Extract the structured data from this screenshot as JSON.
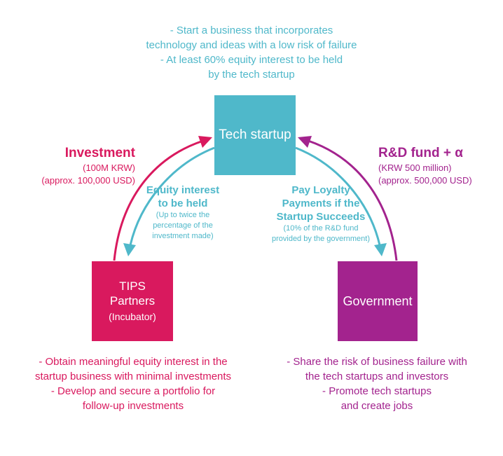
{
  "top_note": {
    "lines": [
      "- Start a business that incorporates",
      "technology and ideas with a low risk of failure",
      "- At least 60% equity interest to be held",
      "by the tech startup"
    ]
  },
  "tech_startup": {
    "label": "Tech startup"
  },
  "tips": {
    "line1": "TIPS",
    "line2": "Partners",
    "sub": "(Incubator)"
  },
  "government": {
    "label": "Government"
  },
  "investment": {
    "title": "Investment",
    "line1": "(100M KRW)",
    "line2": "(approx. 100,000 USD)"
  },
  "rd_fund": {
    "title": "R&D fund + α",
    "line1": "(KRW 500 million)",
    "line2": "(approx. 500,000 USD)"
  },
  "equity": {
    "title1": "Equity interest",
    "title2": "to be held",
    "sub1": "(Up to twice the",
    "sub2": "percentage of the",
    "sub3": "investment made)"
  },
  "loyalty": {
    "title1": "Pay Loyalty",
    "title2": "Payments if the",
    "title3": "Startup Succeeds",
    "sub1": "(10% of the R&D fund",
    "sub2": "provided by the government)"
  },
  "tips_note": {
    "lines": [
      "- Obtain meaningful equity interest in the",
      "startup business with minimal investments",
      "- Develop and secure a portfolio for",
      "follow-up investments"
    ]
  },
  "gov_note": {
    "lines": [
      "- Share the risk of business failure with",
      "the tech startups and investors",
      "- Promote tech startups",
      "and create jobs"
    ]
  },
  "colors": {
    "teal": "#4fb8ca",
    "magenta": "#d9195e",
    "purple": "#a3238e"
  },
  "icons": {
    "arrow": "arrowhead"
  }
}
